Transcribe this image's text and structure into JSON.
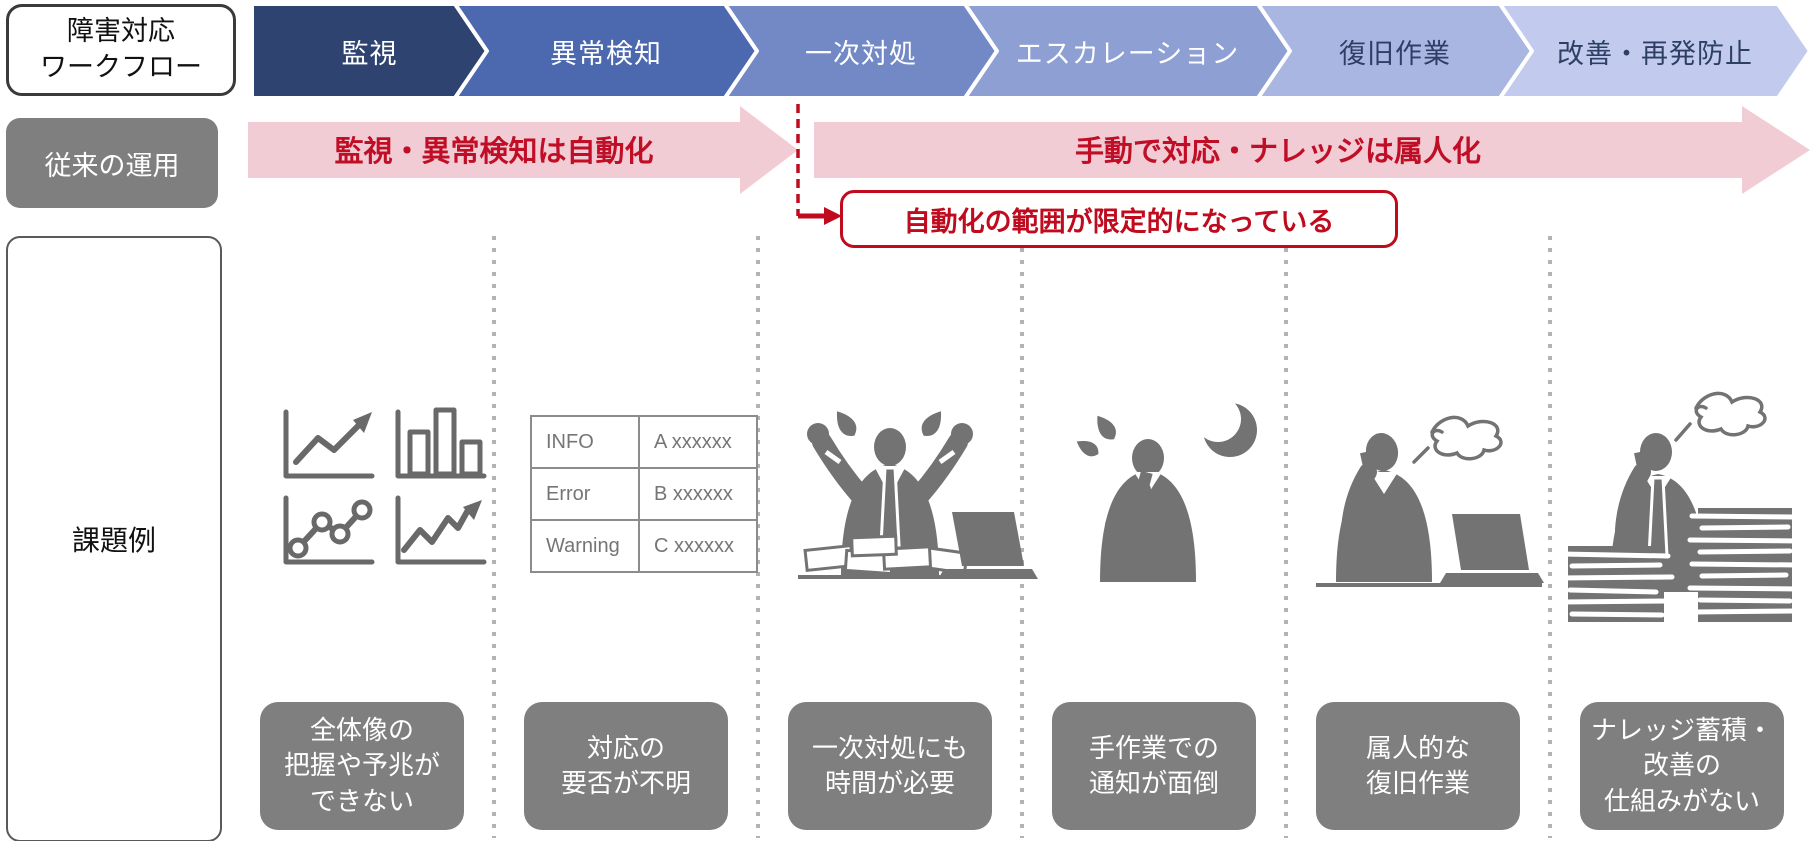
{
  "title_box": {
    "text": "障害対応\nワークフロー"
  },
  "chevrons": [
    {
      "label": "監視",
      "color": "#2f4370",
      "text_color": "#ffffff"
    },
    {
      "label": "異常検知",
      "color": "#4c68ae",
      "text_color": "#ffffff"
    },
    {
      "label": "一次対処",
      "color": "#7289c6",
      "text_color": "#ffffff"
    },
    {
      "label": "エスカレーション",
      "color": "#8d9fd3",
      "text_color": "#ffffff"
    },
    {
      "label": "復旧作業",
      "color": "#a9b6e1",
      "text_color": "#2e3f66"
    },
    {
      "label": "改善・再発防止",
      "color": "#c2cbee",
      "text_color": "#2e3f66"
    }
  ],
  "legacy": {
    "row_label": "従来の運用",
    "left_arrow": "監視・異常検知は自動化",
    "right_arrow": "手動で対応・ナレッジは属人化",
    "callout": "自動化の範囲が限定的になっている"
  },
  "issues": {
    "row_label": "課題例",
    "log_table": {
      "levels": [
        "INFO",
        "Error",
        "Warning"
      ],
      "messages": [
        "A xxxxxx",
        "B xxxxxx",
        "C xxxxxx"
      ]
    },
    "cards": [
      "全体像の\n把握や予兆が\nできない",
      "対応の\n要否が不明",
      "一次対処にも\n時間が必要",
      "手作業での\n通知が面倒",
      "属人的な\n復旧作業",
      "ナレッジ蓄積・\n改善の\n仕組みがない"
    ]
  },
  "colors": {
    "pink": "#f2ccd4",
    "red_text": "#c00e27",
    "red_line": "#c00a1e",
    "gray_box": "#7f7f7f",
    "icon_gray": "#737373",
    "chart_gray": "#696969",
    "dotted": "#b3b3b3",
    "navy_text": "#2e3f66",
    "white": "#ffffff"
  }
}
